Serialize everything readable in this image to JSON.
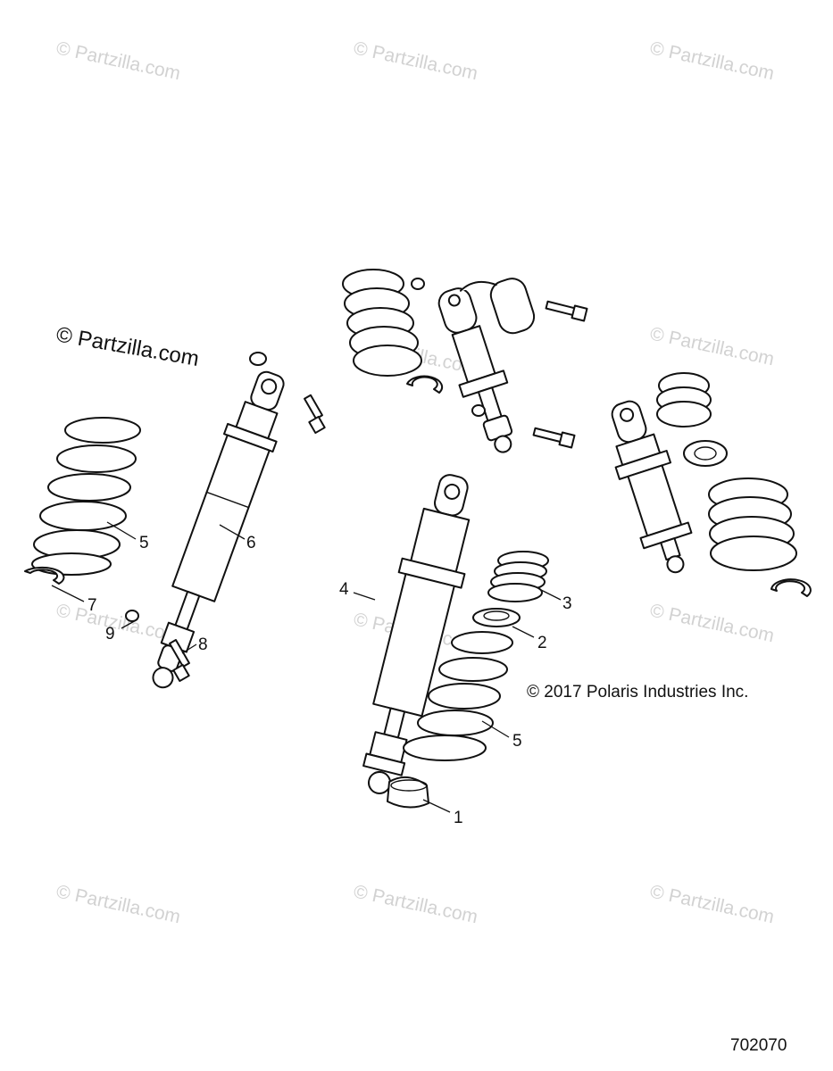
{
  "watermarks": [
    "© Partzilla.com",
    "© Partzilla.com",
    "© Partzilla.com",
    "© Partzilla.com",
    "© Partzilla.com",
    "© Partzilla.com",
    "© Partzilla.com",
    "© Partzilla.com",
    "© Partzilla.com",
    "© Partzilla.com",
    "© Partzilla.com"
  ],
  "partzilla_stamp": "© Partzilla.com",
  "copyright": "© 2017 Polaris Industries Inc.",
  "figure_number": "702070",
  "callouts": {
    "c1": "1",
    "c2": "2",
    "c3": "3",
    "c4": "4",
    "c5a": "5",
    "c5b": "5",
    "c6": "6",
    "c7": "7",
    "c8": "8",
    "c9": "9"
  }
}
